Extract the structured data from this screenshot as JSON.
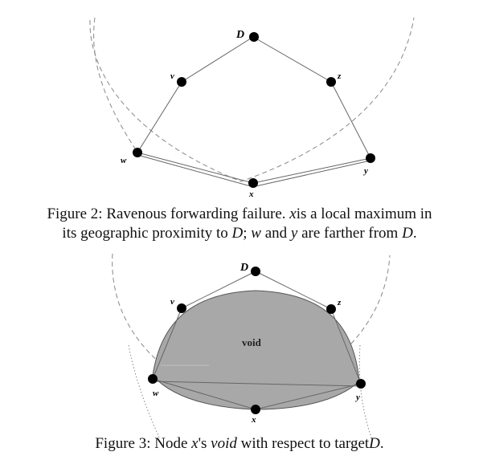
{
  "figure2": {
    "labels": {
      "D": "D",
      "v": "v",
      "z": "z",
      "w": "w",
      "x": "x",
      "y": "y"
    },
    "caption": {
      "prefix": "Figure 2: Ravenous forwarding failure. ",
      "x": "x",
      "mid1": "is a local maximum in",
      "mid2": "its geographic proximity to ",
      "D": "D",
      "sep": "; ",
      "w": "w",
      "and": " and ",
      "y": "y",
      "tail": " are farther from ",
      "D2": "D",
      "end": "."
    }
  },
  "figure3": {
    "labels": {
      "D": "D",
      "v": "v",
      "z": "z",
      "w": "w",
      "x": "x",
      "y": "y"
    },
    "void_label": "void",
    "caption": {
      "prefix": "Figure 3: Node ",
      "x": "x",
      "mid": "'s ",
      "void": "void",
      "tail": " with respect to target",
      "D": "D",
      "end": "."
    }
  }
}
